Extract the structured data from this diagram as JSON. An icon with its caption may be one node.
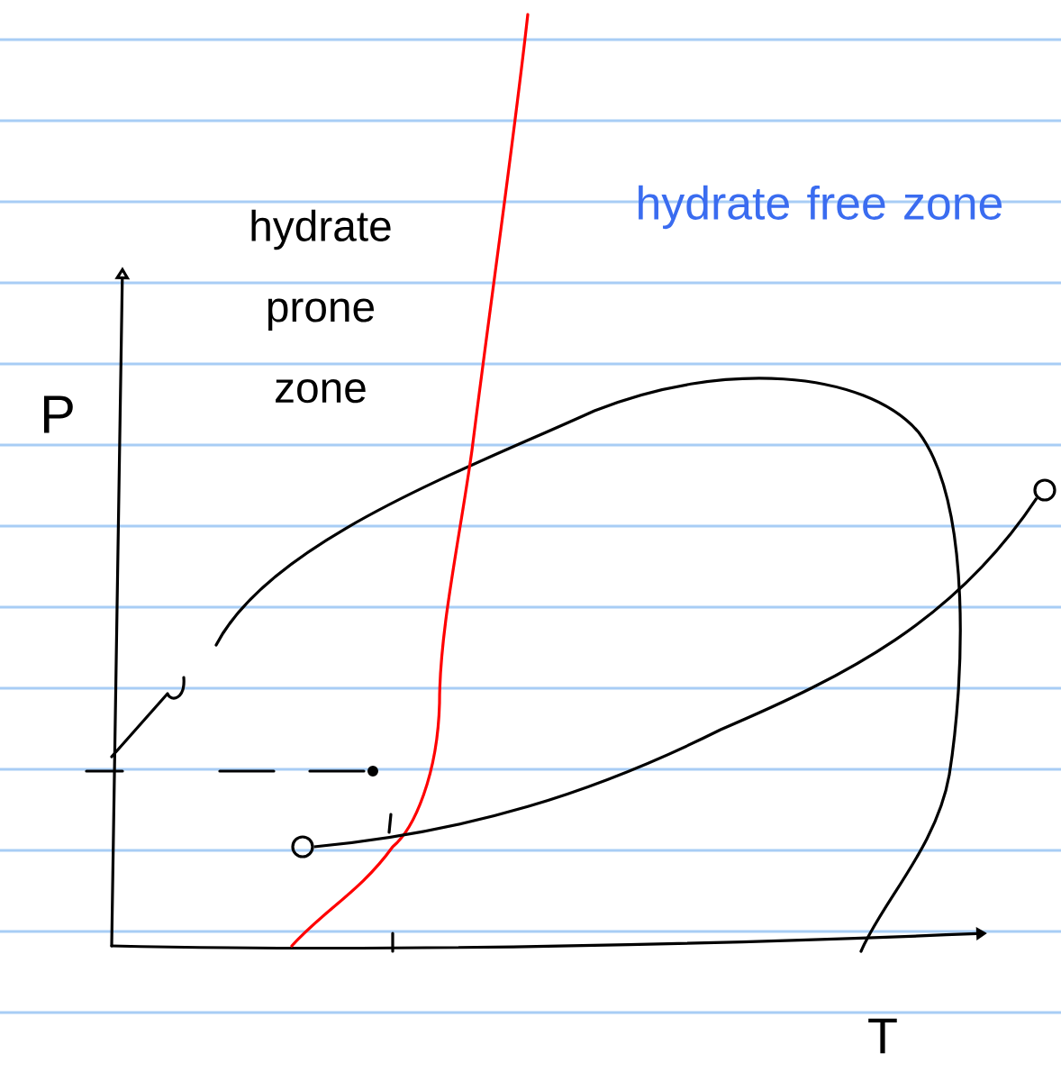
{
  "diagram": {
    "nodes": [
      {
        "text": [],
        "shape": "circle"
      },
      {
        "text": [],
        "shape": "circle"
      }
    ],
    "edges": [
      {
        "from": 0,
        "to": 1,
        "arrow": "none"
      }
    ],
    "labels": [
      "hydrate prone zone",
      "hydrate free zone",
      "P",
      "T"
    ]
  }
}
